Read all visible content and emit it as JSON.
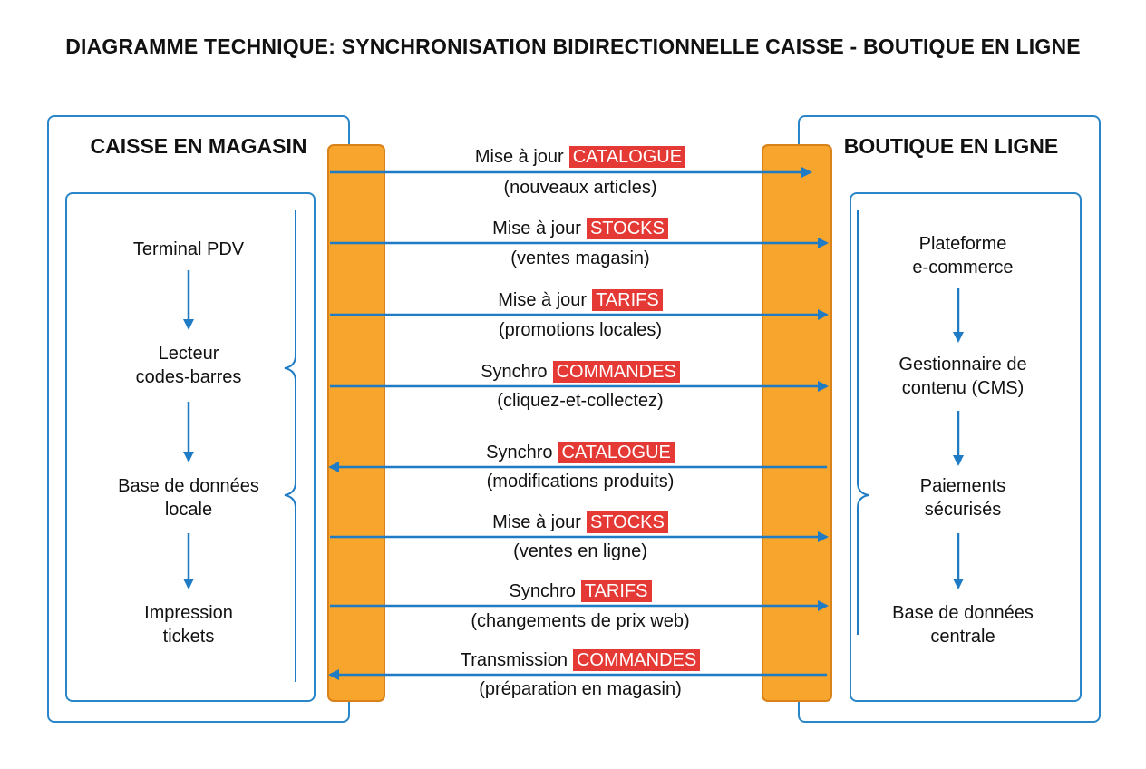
{
  "title": "DIAGRAMME TECHNIQUE: SYNCHRONISATION BIDIRECTIONNELLE CAISSE - BOUTIQUE EN LIGNE",
  "left_panel": {
    "title": "CAISSE EN MAGASIN",
    "steps": [
      "Terminal PDV",
      "Lecteur\ncodes-barres",
      "Base de données\nlocale",
      "Impression\ntickets"
    ]
  },
  "right_panel": {
    "title": "BOUTIQUE EN LIGNE",
    "steps": [
      "Plateforme\ne-commerce",
      "Gestionnaire de\ncontenu (CMS)",
      "Paiements\nsécurisés",
      "Base de données\ncentrale"
    ]
  },
  "flows": [
    {
      "label": "Mise à jour",
      "tag": "CATALOGUE",
      "sub": "(nouveaux articles)",
      "direction": "right"
    },
    {
      "label": "Mise à jour",
      "tag": "STOCKS",
      "sub": "(ventes magasin)",
      "direction": "right"
    },
    {
      "label": "Mise à jour",
      "tag": "TARIFS",
      "sub": "(promotions locales)",
      "direction": "right"
    },
    {
      "label": "Synchro",
      "tag": "COMMANDES",
      "sub": "(cliquez-et-collectez)",
      "direction": "right"
    },
    {
      "label": "Synchro",
      "tag": "CATALOGUE",
      "sub": "(modifications produits)",
      "direction": "left"
    },
    {
      "label": "Mise à jour",
      "tag": "STOCKS",
      "sub": "(ventes en ligne)",
      "direction": "right"
    },
    {
      "label": "Synchro",
      "tag": "TARIFS",
      "sub": "(changements de prix web)",
      "direction": "right"
    },
    {
      "label": "Transmission",
      "tag": "COMMANDES",
      "sub": "(préparation en magasin)",
      "direction": "left"
    }
  ],
  "colors": {
    "panel_border": "#2a86c8",
    "arrow": "#1f7cc4",
    "bar_fill": "#f7a52c",
    "tag_fill": "#e53935"
  }
}
